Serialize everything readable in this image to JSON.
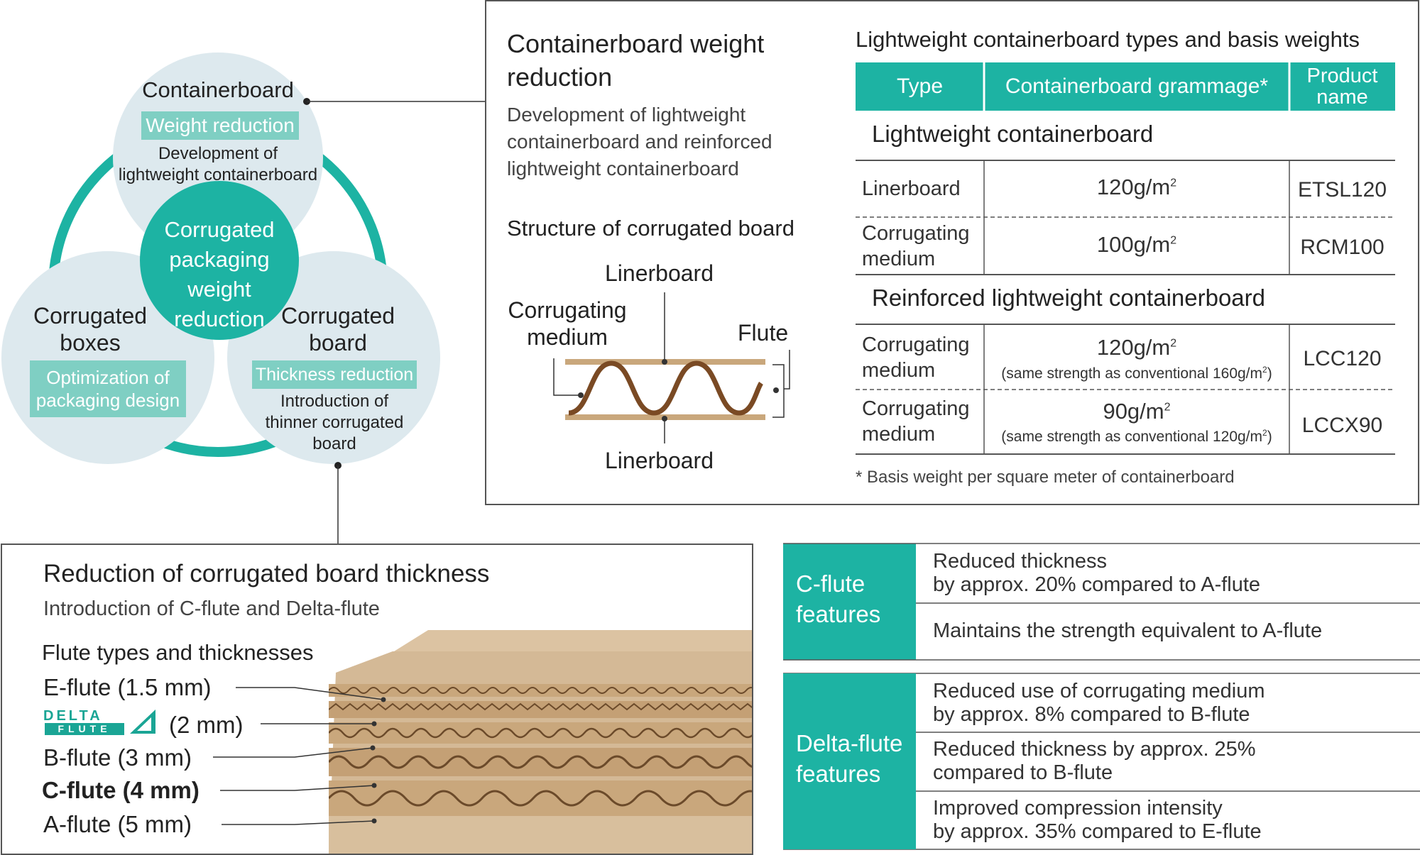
{
  "cycle": {
    "top": {
      "title": "Containerboard",
      "tag": "Weight reduction",
      "desc_line1": "Development of",
      "desc_line2": "lightweight containerboard"
    },
    "center": {
      "line1": "Corrugated",
      "line2": "packaging weight",
      "line3": "reduction"
    },
    "left": {
      "title_line1": "Corrugated",
      "title_line2": "boxes",
      "tag_line1": "Optimization of",
      "tag_line2": "packaging design"
    },
    "right": {
      "title_line1": "Corrugated",
      "title_line2": "board",
      "tag": "Thickness reduction",
      "desc_line1": "Introduction of",
      "desc_line2": "thinner corrugated",
      "desc_line3": "board"
    }
  },
  "weight_panel": {
    "title_line1": "Containerboard weight",
    "title_line2": "reduction",
    "desc_line1": "Development of lightweight",
    "desc_line2": "containerboard and reinforced",
    "desc_line3": "lightweight containerboard",
    "structure_title": "Structure of corrugated board",
    "label_linerboard_top": "Linerboard",
    "label_corrugating_line1": "Corrugating",
    "label_corrugating_line2": "medium",
    "label_flute": "Flute",
    "label_linerboard_bottom": "Linerboard",
    "table_title": "Lightweight containerboard types and basis weights",
    "table_headers": {
      "type": "Type",
      "grammage": "Containerboard grammage*",
      "product_line1": "Product",
      "product_line2": "name"
    },
    "section1": "Lightweight containerboard",
    "section2": "Reinforced lightweight containerboard",
    "rows": [
      {
        "type_line1": "Linerboard",
        "type_line2": "",
        "grammage": "120g/m",
        "sup": "2",
        "note": "",
        "product": "ETSL120"
      },
      {
        "type_line1": "Corrugating",
        "type_line2": "medium",
        "grammage": "100g/m",
        "sup": "2",
        "note": "",
        "product": "RCM100"
      },
      {
        "type_line1": "Corrugating",
        "type_line2": "medium",
        "grammage": "120g/m",
        "sup": "2",
        "note": "(same strength as conventional 160g/m",
        "note_sup": "2",
        "note_end": ")",
        "product": "LCC120"
      },
      {
        "type_line1": "Corrugating",
        "type_line2": "medium",
        "grammage": "90g/m",
        "sup": "2",
        "note": "(same strength as conventional 120g/m",
        "note_sup": "2",
        "note_end": ")",
        "product": "LCCX90"
      }
    ],
    "footnote": "* Basis weight per square meter of containerboard"
  },
  "thickness_panel": {
    "title": "Reduction of corrugated board thickness",
    "subtitle": "Introduction of C-flute and Delta-flute",
    "flute_title": "Flute types and thicknesses",
    "flutes": [
      {
        "label": "E-flute (1.5 mm)"
      },
      {
        "logo_top": "DELTA",
        "logo_bottom": "FLUTE",
        "label": "(2 mm)"
      },
      {
        "label": "B-flute (3 mm)"
      },
      {
        "label": "C-flute (4 mm)"
      },
      {
        "label": "A-flute (5 mm)"
      }
    ]
  },
  "features": {
    "cflute": {
      "head_line1": "C-flute",
      "head_line2": "features",
      "items": [
        {
          "line1": "Reduced thickness",
          "line2": "by approx. 20% compared to A-flute"
        },
        {
          "line1": "Maintains the strength equivalent to A-flute",
          "line2": ""
        }
      ]
    },
    "delta": {
      "head_line1": "Delta-flute",
      "head_line2": "features",
      "items": [
        {
          "line1": "Reduced use of corrugating medium",
          "line2": "by approx. 8% compared to B-flute"
        },
        {
          "line1": "Reduced thickness by approx. 25%",
          "line2": "compared to B-flute"
        },
        {
          "line1": "Improved compression intensity",
          "line2": "by approx. 35% compared to E-flute"
        }
      ]
    }
  },
  "colors": {
    "teal": "#1db3a3",
    "teal_light": "#7fcfc3",
    "circle": "#dde9ee",
    "kraft": "#c9a77c",
    "flute_brown": "#7a4a24"
  }
}
